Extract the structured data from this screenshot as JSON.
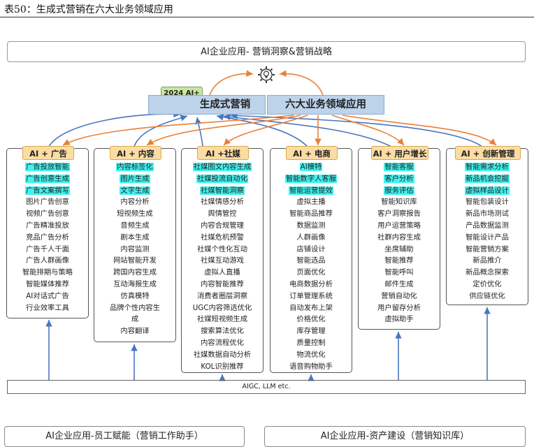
{
  "caption": "表50：生成式营销在六大业务领域应用",
  "header": "AI企业应用- 营销洞察&营销战略",
  "tag_2024": "2024 AI+",
  "hub_left": "生成式营销",
  "hub_right": "六大业务领域应用",
  "aigc_label": "AIGC, LLM etc.",
  "bottom_left": "AI企业应用-员工赋能（营销工作助手）",
  "bottom_right": "AI企业应用-资产建设（营销知识库）",
  "colors": {
    "blue_arrow": "#4a76c0",
    "orange_arrow": "#e8803a",
    "highlight": "#3ff3f0",
    "head_fill": "#fbdca3",
    "hub_fill": "#bdd3ea",
    "tag_fill": "#c9e5a4"
  },
  "columns": [
    {
      "title": "AI + 广告",
      "items": [
        {
          "text": "广告投放智能",
          "hl": true
        },
        {
          "text": "广告创意生成",
          "hl": true
        },
        {
          "text": "广告文案撰写",
          "hl": true
        },
        {
          "text": "图片广告创意"
        },
        {
          "text": "视频广告创意"
        },
        {
          "text": "广告精准投放"
        },
        {
          "text": "竞品广告分析"
        },
        {
          "text": "广告千人千面"
        },
        {
          "text": "广告人群画像"
        },
        {
          "text": "智能排期与策略"
        },
        {
          "text": "智能媒体推荐"
        },
        {
          "text": "AI对话式广告"
        },
        {
          "text": "行业效率工具"
        }
      ]
    },
    {
      "title": "AI + 内容",
      "items": [
        {
          "text": "内容标签化",
          "hl": true
        },
        {
          "text": "图片生成",
          "hl": true
        },
        {
          "text": "文字生成",
          "hl": true
        },
        {
          "text": "内容分析"
        },
        {
          "text": "短视频生成"
        },
        {
          "text": "音频生成"
        },
        {
          "text": "剧本生成"
        },
        {
          "text": "内容监测"
        },
        {
          "text": "网站智能开发"
        },
        {
          "text": "跨国内容生成"
        },
        {
          "text": "互动海报生成"
        },
        {
          "text": "仿真模特"
        },
        {
          "text": "品牌个性内容生"
        },
        {
          "text": "成"
        },
        {
          "text": "内容翻译"
        }
      ]
    },
    {
      "title": "AI +社媒",
      "items": [
        {
          "text": "社媒图文内容生成",
          "hl": true
        },
        {
          "text": "社媒投流自动化",
          "hl": true
        },
        {
          "text": "社媒智能洞察",
          "hl": true
        },
        {
          "text": "社媒情感分析"
        },
        {
          "text": "舆情管控"
        },
        {
          "text": "内容合规管理"
        },
        {
          "text": "社媒危机预警"
        },
        {
          "text": "社媒个性化互动"
        },
        {
          "text": "社媒互动游戏"
        },
        {
          "text": "虚拟人直播"
        },
        {
          "text": "内容智能推荐"
        },
        {
          "text": "消费者圈层洞察"
        },
        {
          "text": "UGC内容筛选优化"
        },
        {
          "text": "社媒短视频生成"
        },
        {
          "text": "搜索算法优化"
        },
        {
          "text": "内容流程优化"
        },
        {
          "text": "社媒数据自动分析"
        },
        {
          "text": "KOL识别推荐"
        }
      ]
    },
    {
      "title": "AI + 电商",
      "items": [
        {
          "text": "AI模特",
          "hl": true
        },
        {
          "text": "智能数字人客服",
          "hl": true
        },
        {
          "text": "智能运营提效",
          "hl": true
        },
        {
          "text": "虚拟主播"
        },
        {
          "text": "智能商品推荐"
        },
        {
          "text": "数据监测"
        },
        {
          "text": "人群画像"
        },
        {
          "text": "店铺设计"
        },
        {
          "text": "智能选品"
        },
        {
          "text": "页面优化"
        },
        {
          "text": "电商数据分析"
        },
        {
          "text": "订单管理系统"
        },
        {
          "text": "自动发布上架"
        },
        {
          "text": "价格优化"
        },
        {
          "text": "库存管理"
        },
        {
          "text": "质量控制"
        },
        {
          "text": "物流优化"
        },
        {
          "text": "语音购物助手"
        }
      ]
    },
    {
      "title": "AI + 用户增长",
      "items": [
        {
          "text": "智能客服",
          "hl": true
        },
        {
          "text": "客户分析",
          "hl": true
        },
        {
          "text": "服务评估",
          "hl": true
        },
        {
          "text": "智能知识库"
        },
        {
          "text": "客户洞察报告"
        },
        {
          "text": "用户运营策略"
        },
        {
          "text": "社群内容生成"
        },
        {
          "text": "坐席辅助"
        },
        {
          "text": "智能推荐"
        },
        {
          "text": "智能呼叫"
        },
        {
          "text": "邮件生成"
        },
        {
          "text": "营销自动化"
        },
        {
          "text": "用户留存分析"
        },
        {
          "text": "虚拟助手"
        }
      ]
    },
    {
      "title": "AI + 创新管理",
      "items": [
        {
          "text": "智能需求分析",
          "hl": true
        },
        {
          "text": "新品机会挖掘",
          "hl": true
        },
        {
          "text": "虚拟样品设计",
          "hl": true
        },
        {
          "text": "智能包装设计"
        },
        {
          "text": "新品市场测试"
        },
        {
          "text": "产品数据监测"
        },
        {
          "text": "智能设计产品"
        },
        {
          "text": "智能营销方案"
        },
        {
          "text": "新品推介"
        },
        {
          "text": "新品概念探索"
        },
        {
          "text": "定价优化"
        },
        {
          "text": "供应链优化"
        }
      ]
    }
  ]
}
